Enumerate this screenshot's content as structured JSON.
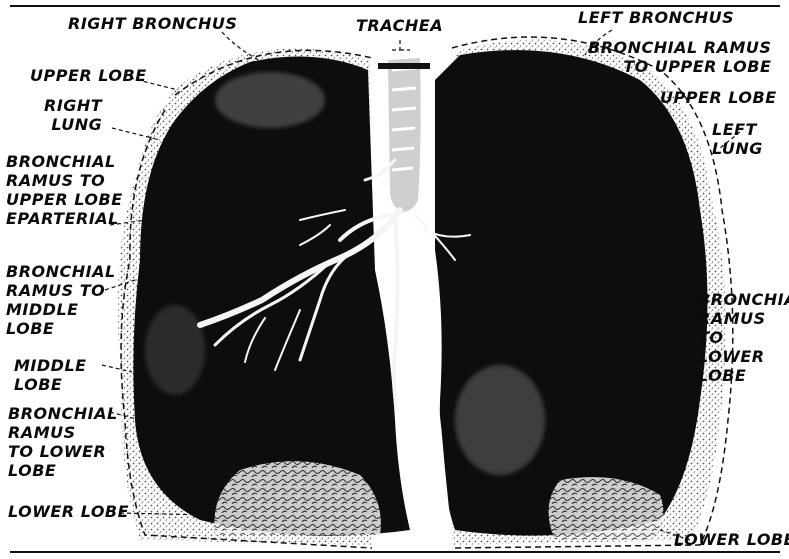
{
  "diagram": {
    "labels": {
      "right_bronchus": "RIGHT BRONCHUS",
      "trachea": "TRACHEA",
      "left_bronchus": "LEFT BRONCHUS",
      "bronchial_ramus_upper_left": [
        "BRONCHIAL RAMUS",
        "TO UPPER LOBE"
      ],
      "upper_lobe_left": "UPPER LOBE",
      "left_lung": [
        "LEFT",
        "LUNG"
      ],
      "upper_lobe_right": "UPPER LOBE",
      "right_lung": [
        "RIGHT",
        "LUNG"
      ],
      "bronchial_ramus_upper_eparterial": [
        "BRONCHIAL",
        "RAMUS TO",
        "UPPER LOBE",
        "EPARTERIAL"
      ],
      "bronchial_ramus_middle": [
        "BRONCHIAL",
        "RAMUS TO",
        "MIDDLE",
        "LOBE"
      ],
      "middle_lobe": [
        "MIDDLE",
        "LOBE"
      ],
      "bronchial_ramus_lower_right": [
        "BRONCHIAL",
        "RAMUS",
        "TO LOWER",
        "LOBE"
      ],
      "lower_lobe_right": "LOWER LOBE",
      "bronchial_ramus_lower_left": [
        "BRONCHIAL",
        "RAMUS",
        "TO",
        "LOWER",
        "LOBE"
      ],
      "lower_lobe_left": "LOWER LOBE"
    },
    "colors": {
      "lung_tissue": "#0d0d0d",
      "pleura_texture": "#bdbdbd",
      "background": "#ffffff",
      "ink": "#0b0b0b"
    }
  }
}
